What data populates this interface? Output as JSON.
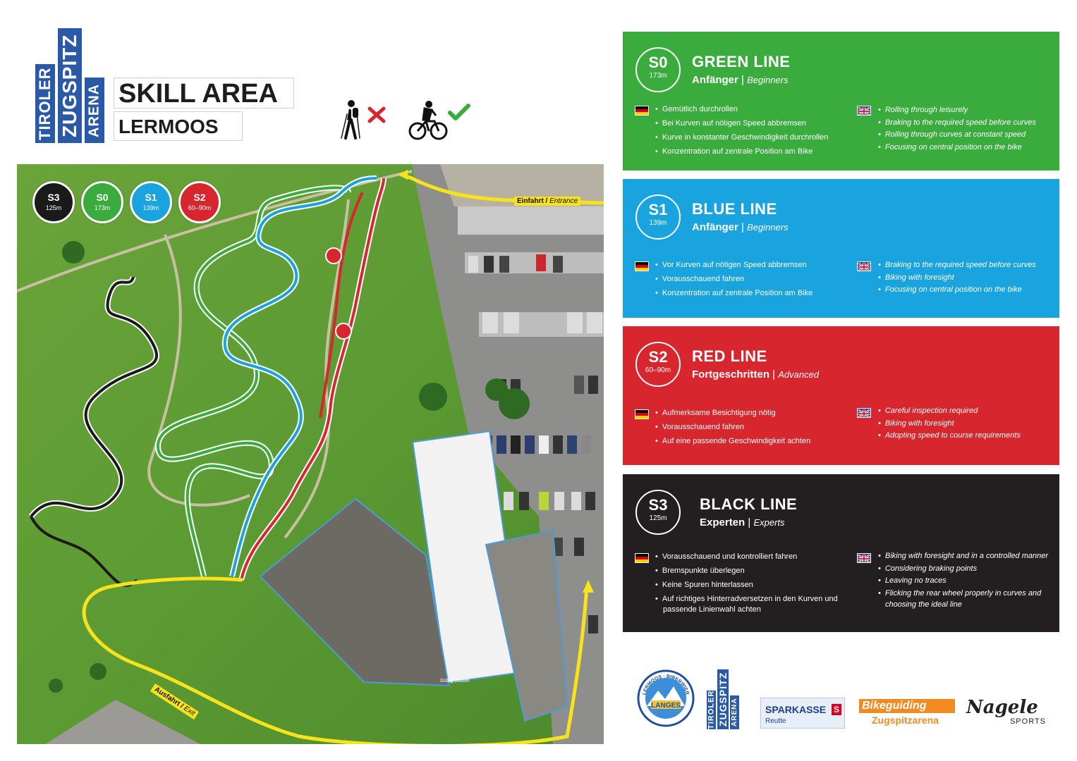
{
  "header": {
    "logo": {
      "line1": "TIROLER",
      "line2": "ZUGSPITZ",
      "line3": "ARENA"
    },
    "title": "SKILL AREA",
    "subtitle": "LERMOOS",
    "pictograms": [
      {
        "icon": "hiker-icon",
        "status": "not-allowed"
      },
      {
        "icon": "mountain-biker-icon",
        "status": "allowed"
      }
    ]
  },
  "map": {
    "badges": [
      {
        "id": "S3",
        "length": "125m",
        "color": "#1a1a1a"
      },
      {
        "id": "S0",
        "length": "173m",
        "color": "#3aac3e"
      },
      {
        "id": "S1",
        "length": "139m",
        "color": "#19a4e0"
      },
      {
        "id": "S2",
        "length": "60–90m",
        "color": "#d7262e"
      }
    ],
    "entrance": {
      "de": "Einfahrt",
      "en": "Entrance"
    },
    "exit": {
      "de": "Ausfahrt",
      "en": "Exit"
    },
    "sign": "Gültig 1000m"
  },
  "lines": [
    {
      "id": "S0",
      "length": "173m",
      "name": "GREEN LINE",
      "level_de": "Anfänger",
      "level_en": "Beginners",
      "color": "#3aac3e",
      "de": [
        "Gemütlich durchrollen",
        "Bei Kurven auf nötigen Speed abbremsen",
        "Kurve in konstanter Geschwindigkeit durchrollen",
        "Konzentration auf zentrale Position am Bike"
      ],
      "en": [
        "Rolling through leisurely",
        "Braking to the required speed before curves",
        "Rolling through curves at constant speed",
        "Focusing on central position on the bike"
      ]
    },
    {
      "id": "S1",
      "length": "139m",
      "name": "BLUE LINE",
      "level_de": "Anfänger",
      "level_en": "Beginners",
      "color": "#19a4e0",
      "de": [
        "Vor Kurven auf nötigen Speed abbremsen",
        "Vorausschauend fahren",
        "Konzentration auf zentrale Position am Bike"
      ],
      "en": [
        "Braking to the required speed before curves",
        "Biking with foresight",
        "Focusing on central position on the bike"
      ]
    },
    {
      "id": "S2",
      "length": "60–90m",
      "name": "RED LINE",
      "level_de": "Fortgeschritten",
      "level_en": "Advanced",
      "color": "#d7262e",
      "de": [
        "Aufmerksame Besichtigung nötig",
        "Vorausschauend fahren",
        "Auf eine passende Geschwindigkeit achten"
      ],
      "en": [
        "Careful inspection required",
        "Biking with foresight",
        "Adopting speed to course requirements"
      ]
    },
    {
      "id": "S3",
      "length": "125m",
      "name": "BLACK LINE",
      "level_de": "Experten",
      "level_en": "Experts",
      "color": "#231f20",
      "de": [
        "Vorausschauend und kontrolliert fahren",
        "Bremspunkte überlegen",
        "Keine Spuren hinterlassen",
        "Auf richtiges Hinterradversetzen in den Kurven und passende Linienwahl achten"
      ],
      "en": [
        "Biking with foresight and in a controlled manner",
        "Considering braking points",
        "Leaving no traces",
        "Flicking the rear wheel properly in curves and choosing the ideal line"
      ]
    }
  ],
  "sponsors": {
    "langes_ring": "LERMOOS · BIBERWIER",
    "langes": "LANGES",
    "tza": {
      "line1": "TIROLER",
      "line2": "ZUGSPITZ",
      "line3": "ARENA"
    },
    "sparkasse": {
      "name": "SPARKASSE",
      "city": "Reutte"
    },
    "bikeguiding": {
      "line1": "Bikeguiding",
      "line2": "Zugspitzarena"
    },
    "nagele": {
      "name": "Nagele",
      "sub": "SPORTS"
    }
  },
  "colors": {
    "green": "#3aac3e",
    "blue": "#19a4e0",
    "red": "#d7262e",
    "black": "#231f20",
    "yellow": "#f7e21b"
  }
}
